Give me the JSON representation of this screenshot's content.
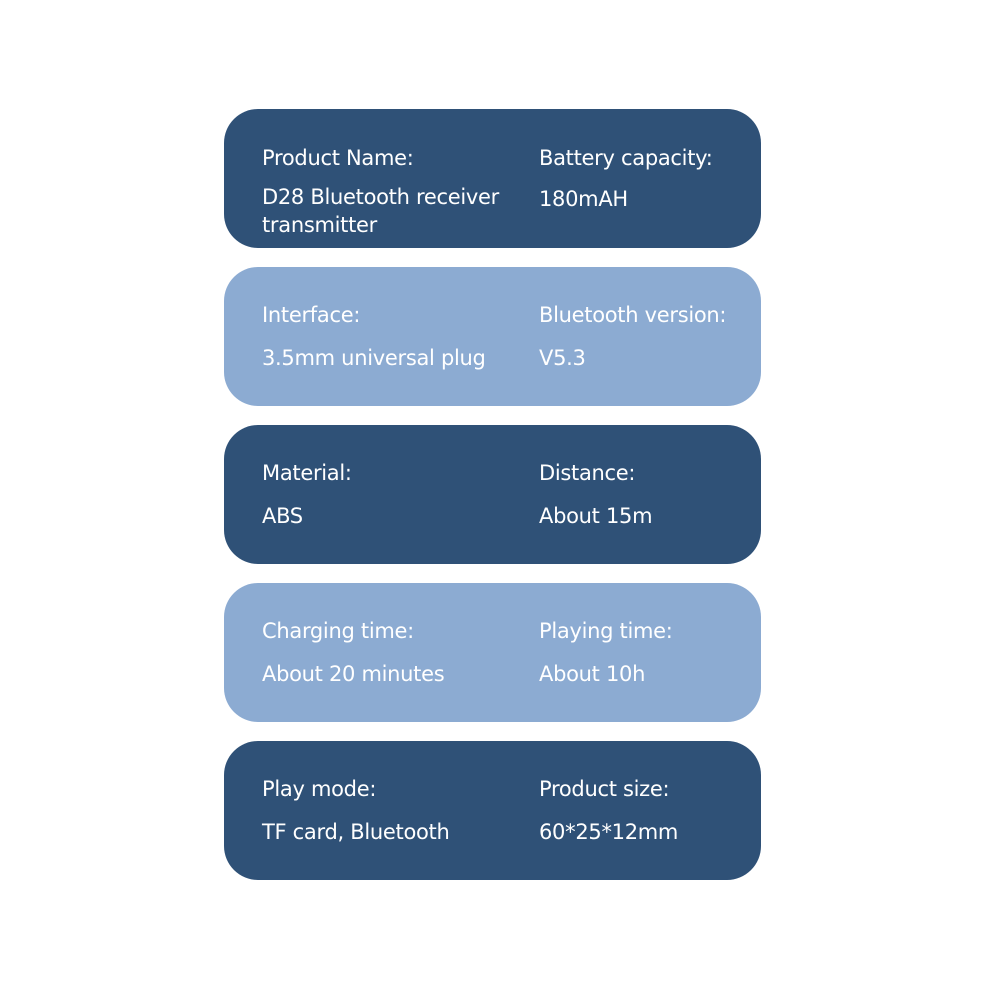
{
  "specs": [
    {
      "theme": "dark",
      "left_label": "Product Name:",
      "left_value_line1": "D28 Bluetooth receiver",
      "left_value_line2": "transmitter",
      "right_label": "Battery capacity:",
      "right_value": "180mAH"
    },
    {
      "theme": "light",
      "left_label": "Interface:",
      "left_value": "3.5mm universal plug",
      "right_label": "Bluetooth version:",
      "right_value": "V5.3"
    },
    {
      "theme": "dark",
      "left_label": "Material:",
      "left_value": "ABS",
      "right_label": "Distance:",
      "right_value": "About 15m"
    },
    {
      "theme": "light",
      "left_label": "Charging time:",
      "left_value": "About 20 minutes",
      "right_label": "Playing time:",
      "right_value": "About 10h"
    },
    {
      "theme": "dark",
      "left_label": "Play mode:",
      "left_value": "TF card, Bluetooth",
      "right_label": "Product size:",
      "right_value": "60*25*12mm"
    }
  ],
  "colors": {
    "dark_card": "#2f5177",
    "light_card": "#8cabd2",
    "text": "#ffffff",
    "background": "#ffffff"
  }
}
